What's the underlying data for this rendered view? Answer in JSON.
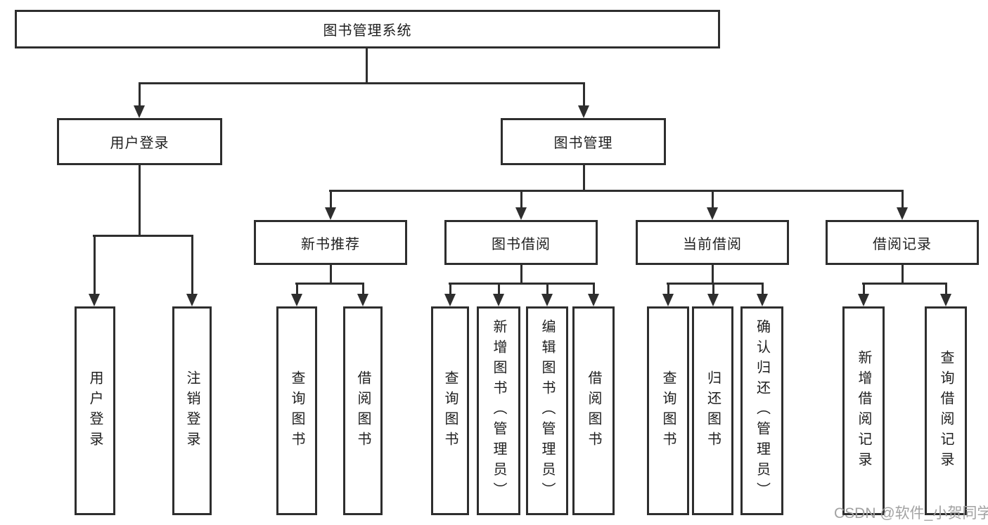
{
  "diagram": {
    "root": {
      "label": "图书管理系统"
    },
    "level2": [
      {
        "label": "用户登录"
      },
      {
        "label": "图书管理"
      }
    ],
    "level3": [
      {
        "label": "新书推荐"
      },
      {
        "label": "图书借阅"
      },
      {
        "label": "当前借阅"
      },
      {
        "label": "借阅记录"
      }
    ],
    "leaves": [
      {
        "label": "用户登录"
      },
      {
        "label": "注销登录"
      },
      {
        "label": "查询图书"
      },
      {
        "label": "借阅图书"
      },
      {
        "label": "查询图书"
      },
      {
        "label": "新增图书（管理员）"
      },
      {
        "label": "编辑图书（管理员）"
      },
      {
        "label": "借阅图书"
      },
      {
        "label": "查询图书"
      },
      {
        "label": "归还图书"
      },
      {
        "label": "确认归还（管理员）"
      },
      {
        "label": "新增借阅记录"
      },
      {
        "label": "查询借阅记录"
      }
    ]
  },
  "watermark": "CSDN @软件_小贺同学",
  "colors": {
    "line": "#2e2e2e",
    "text": "#1f1f1f",
    "watermark": "#a2a2a2",
    "background": "#ffffff"
  }
}
